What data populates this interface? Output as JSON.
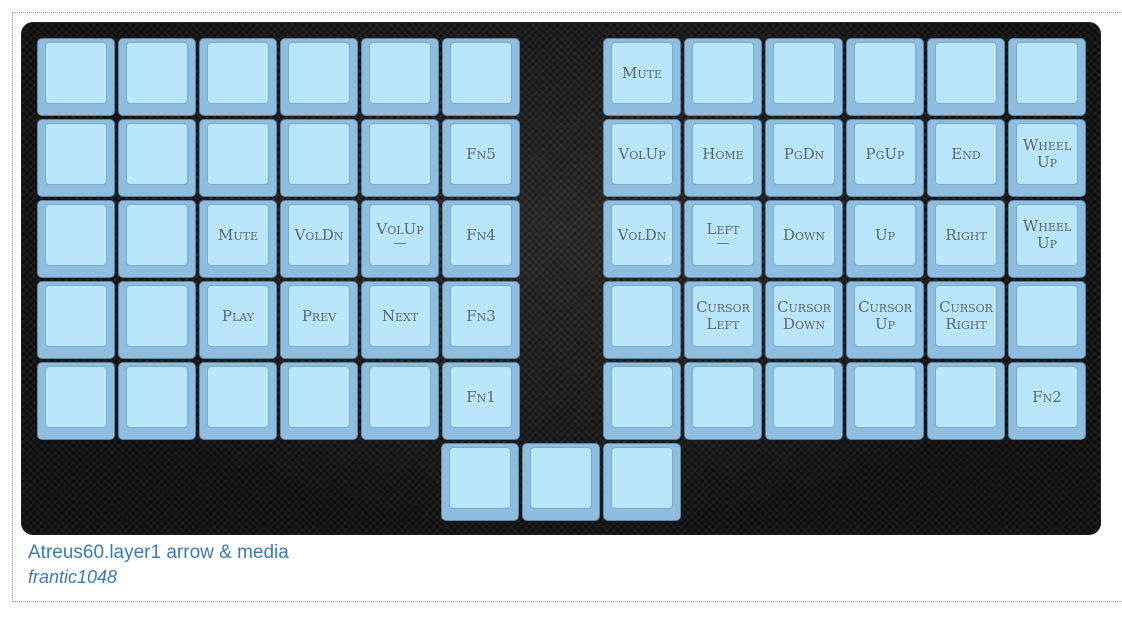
{
  "layout": {
    "title": "Atreus60.layer1 arrow & media",
    "author": "frantic1048"
  },
  "keys": {
    "left": [
      [
        "",
        "",
        "",
        "",
        "",
        ""
      ],
      [
        "",
        "",
        "",
        "",
        "",
        "Fn5"
      ],
      [
        "",
        "",
        "Mute",
        "VolDn",
        "VolUp",
        "Fn4"
      ],
      [
        "",
        "",
        "Play",
        "Prev",
        "Next",
        "Fn3"
      ],
      [
        "",
        "",
        "",
        "",
        "",
        "Fn1"
      ]
    ],
    "right": [
      [
        "Mute",
        "",
        "",
        "",
        "",
        ""
      ],
      [
        "VolUp",
        "Home",
        "PgDn",
        "PgUp",
        "End",
        "Wheel Up"
      ],
      [
        "VolDn",
        "Left",
        "Down",
        "Up",
        "Right",
        "Wheel Up"
      ],
      [
        "",
        "Cursor Left",
        "Cursor Down",
        "Cursor Up",
        "Cursor Right",
        ""
      ],
      [
        "",
        "",
        "",
        "",
        "",
        "Fn2"
      ]
    ],
    "thumb": [
      "",
      "",
      ""
    ],
    "sublegends": {
      "left_2_4": "—",
      "right_2_1": "—"
    }
  },
  "colors": {
    "key_outer": "#8fbde0",
    "key_cap": "#b9e6fb",
    "legend": "#5e6770",
    "link": "#3a7bb3"
  }
}
